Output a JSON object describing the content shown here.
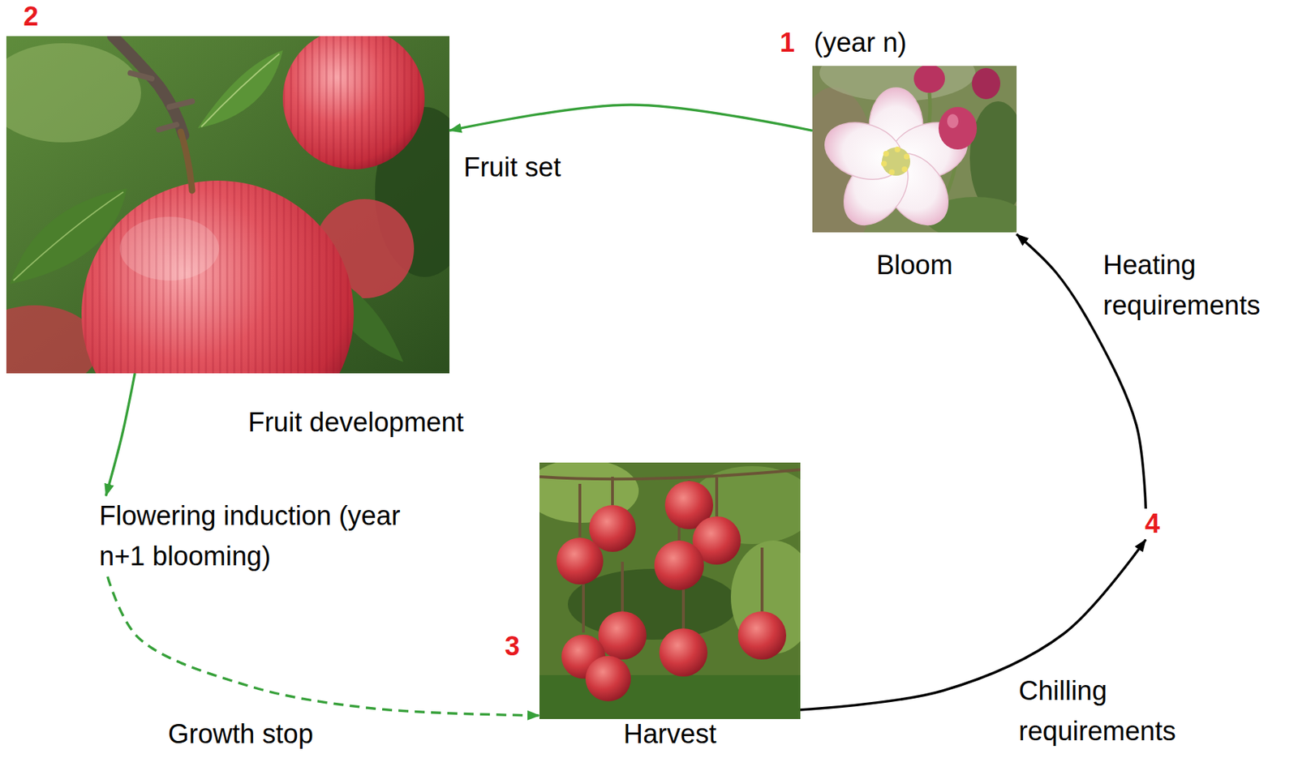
{
  "diagram": {
    "nodes": [
      {
        "text": [
          "2"
        ]
      },
      {
        "text": [
          "1",
          "(year n)",
          "Bloom"
        ]
      },
      {
        "text": [
          "Flowering induction (year n+1 blooming)"
        ]
      },
      {
        "text": [
          "3",
          "Harvest"
        ]
      },
      {
        "text": [
          "4"
        ]
      }
    ],
    "edges": [
      {
        "from": 1,
        "to": 0,
        "arrow": "to",
        "label": "Fruit set"
      },
      {
        "from": 0,
        "to": 2,
        "arrow": "to",
        "label": "Fruit development"
      },
      {
        "from": 2,
        "to": 3,
        "arrow": "to",
        "label": "Growth stop"
      },
      {
        "from": 3,
        "to": 4,
        "arrow": "to",
        "label": "Chilling requirements"
      },
      {
        "from": 4,
        "to": 1,
        "arrow": "to",
        "label": "Heating requirements"
      }
    ]
  }
}
